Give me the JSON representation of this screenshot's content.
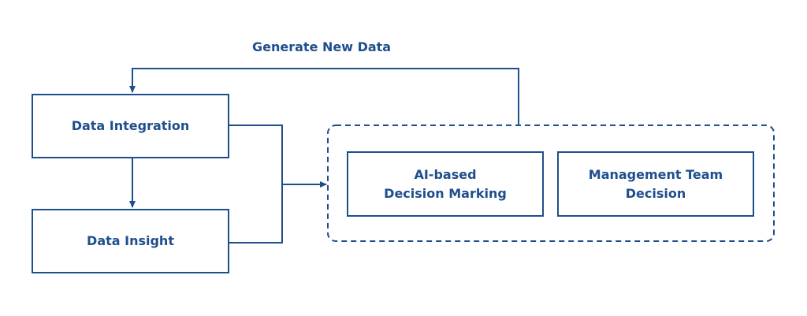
{
  "colors": {
    "primary": "#1f4e8c",
    "background": "#ffffff"
  },
  "feedback_label": "Generate New Data",
  "nodes": {
    "data_integration": "Data Integration",
    "data_insight": "Data Insight",
    "ai_decision": {
      "line1": "AI-based",
      "line2": "Decision Marking"
    },
    "management_decision": {
      "line1": "Management Team",
      "line2": "Decision"
    }
  }
}
